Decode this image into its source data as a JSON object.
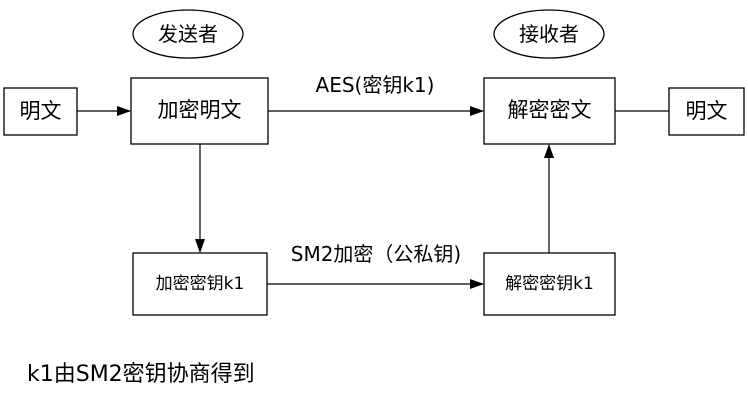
{
  "roles": {
    "sender": "发送者",
    "receiver": "接收者"
  },
  "nodes": {
    "plaintext_in": "明文",
    "encrypt_plaintext": "加密明文",
    "decrypt_ciphertext": "解密密文",
    "plaintext_out": "明文",
    "encrypt_key": "加密密钥k1",
    "decrypt_key": "解密密钥k1"
  },
  "edges": {
    "aes_label": "AES(密钥k1)",
    "sm2_label": "SM2加密（公私钥)"
  },
  "note": "k1由SM2密钥协商得到",
  "colors": {
    "stroke": "#000000",
    "background": "#ffffff"
  }
}
